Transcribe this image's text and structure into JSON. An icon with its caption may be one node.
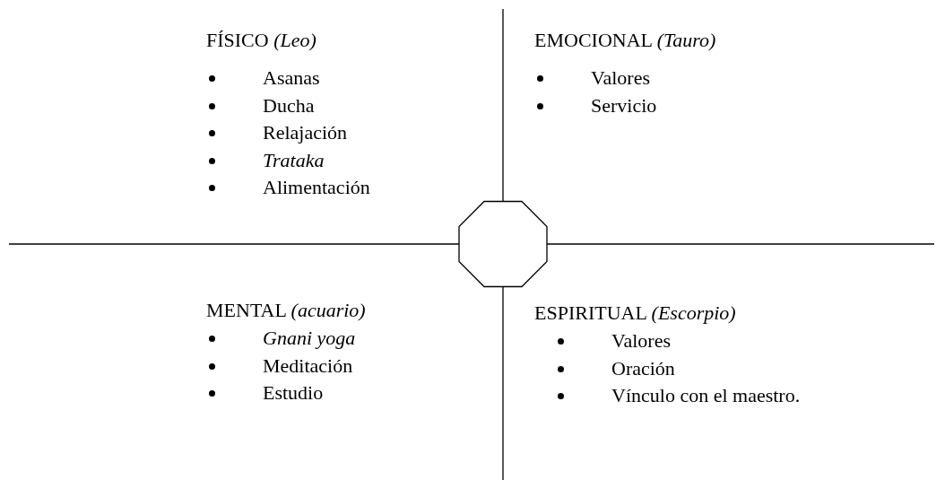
{
  "diagram": {
    "nodes": [
      {
        "text": [],
        "shape": "octagon"
      }
    ],
    "labels": [
      "FÍSICO *(Leo)*",
      "Asanas",
      "Ducha",
      "Relajación",
      "*Trataka*",
      "Alimentación",
      "EMOCIONAL *(Tauro)*",
      "Valores",
      "Servicio",
      "MENTAL *(acuario)*",
      "*Gnani yoga*",
      "Meditación",
      "Estudio",
      "ESPIRITUAL *(Escorpio)*",
      "Valores",
      "Oración",
      "Vínculo con el maestro."
    ]
  }
}
